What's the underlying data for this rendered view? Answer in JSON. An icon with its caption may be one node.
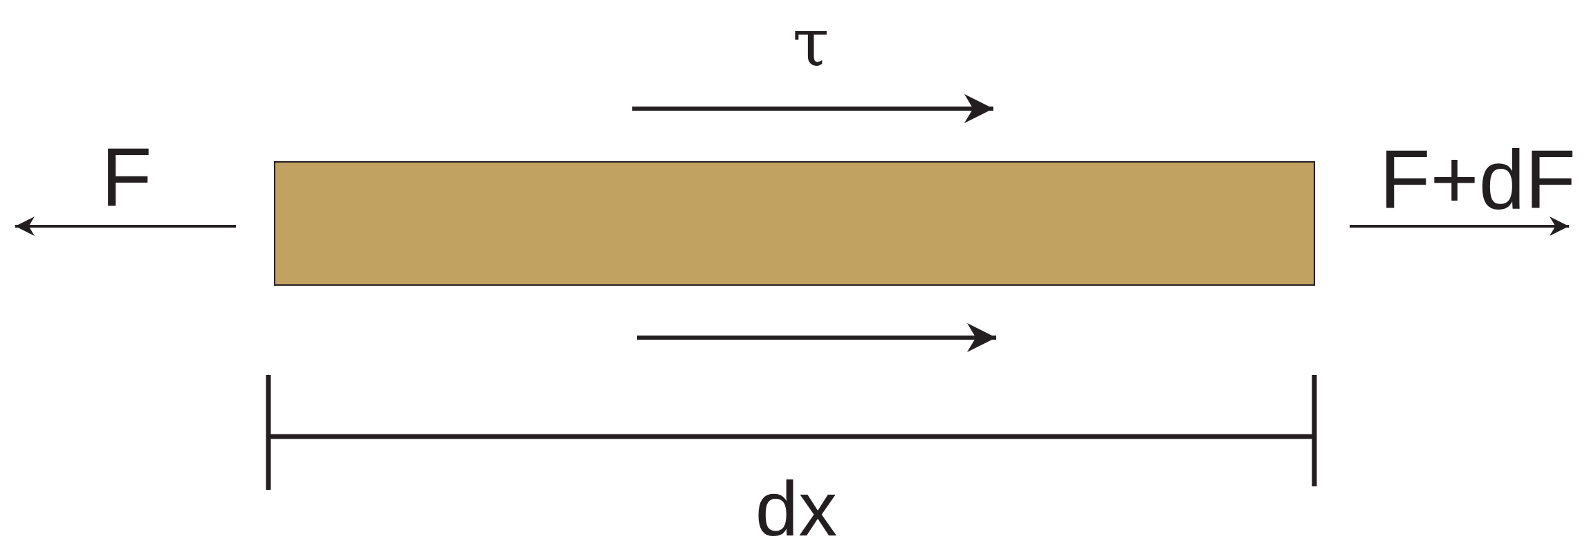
{
  "diagram": {
    "nodes": [
      {
        "text": [],
        "shape": "bar"
      }
    ],
    "labels": [
      "τ",
      "F",
      "F+dF",
      "dx"
    ]
  }
}
